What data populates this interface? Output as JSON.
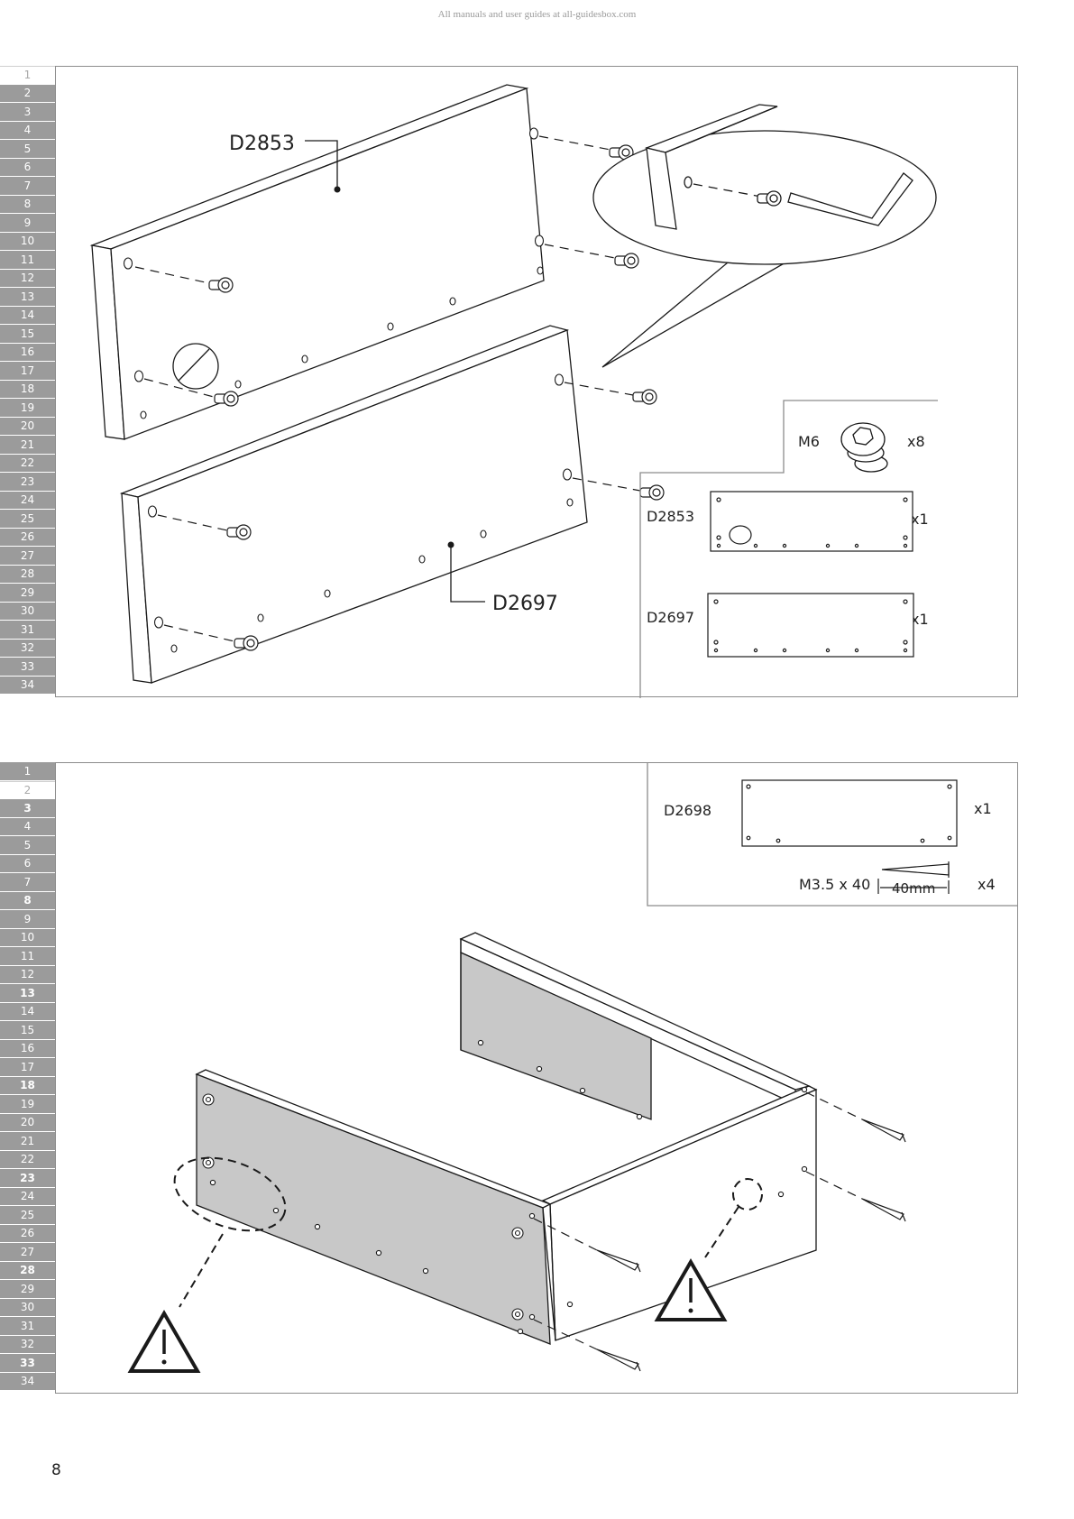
{
  "header_note": "All manuals and user guides at all-guidesbox.com",
  "page_number": "8",
  "step_numbers": [
    "1",
    "2",
    "3",
    "4",
    "5",
    "6",
    "7",
    "8",
    "9",
    "10",
    "11",
    "12",
    "13",
    "14",
    "15",
    "16",
    "17",
    "18",
    "19",
    "20",
    "21",
    "22",
    "23",
    "24",
    "25",
    "26",
    "27",
    "28",
    "29",
    "30",
    "31",
    "32",
    "33",
    "34"
  ],
  "step_a": {
    "active_step": "1",
    "panel_labels": {
      "top": "D2853",
      "bottom": "D2697"
    },
    "parts": {
      "fitting": {
        "name": "M6",
        "qty": "x8"
      },
      "panel_1": {
        "name": "D2853",
        "qty": "x1"
      },
      "panel_2": {
        "name": "D2697",
        "qty": "x1"
      }
    }
  },
  "step_b": {
    "active_step": "2",
    "parts": {
      "panel": {
        "name": "D2698",
        "qty": "x1"
      },
      "screw": {
        "name": "M3.5 x 40",
        "length": "40mm",
        "qty": "x4"
      }
    },
    "warning_icon": "warning-triangle-icon"
  },
  "colors": {
    "line": "#1a1a1a",
    "panel_shade": "#c8c8c8",
    "step_bar": "#9b9b9b",
    "frame": "#8c8c8c"
  }
}
